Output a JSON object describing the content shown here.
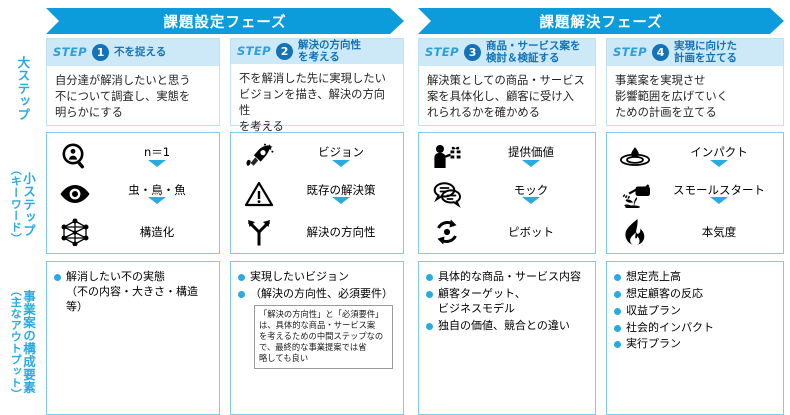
{
  "colors": {
    "banner": "#0C9BDB",
    "step_head": "#CDE9F7",
    "accent": "#29ABE2",
    "step_num": "#1273B8",
    "panel_border": "#7FCBEC"
  },
  "row_labels": [
    {
      "name": "big-step",
      "main": "大ステップ",
      "sub": ""
    },
    {
      "name": "small-step",
      "main": "小ステップ",
      "sub": "（キーワード）"
    },
    {
      "name": "output",
      "main": "事業案の構成要素",
      "sub": "（主なアウトプット）"
    }
  ],
  "phases": [
    {
      "title": "課題設定フェーズ",
      "steps": [
        {
          "step_word": "STEP",
          "number": "1",
          "title": "不を捉える",
          "body": "自分達が解消したいと思う\n不について調査し、実態を\n明らかにする",
          "keywords": [
            {
              "icon": "magnifier-person-icon",
              "label": "n＝1"
            },
            {
              "icon": "eye-icon",
              "label": "虫・鳥・魚"
            },
            {
              "icon": "network-structure-icon",
              "label": "構造化"
            }
          ],
          "outputs": [
            {
              "text": "解消したい不の実態\n（不の内容・大きさ・構造 等）"
            }
          ],
          "note": ""
        },
        {
          "step_word": "STEP",
          "number": "2",
          "title": "解決の方向性\nを考える",
          "body": "不を解消した先に実現したい\nビジョンを描き、解決の方向性\nを考える",
          "keywords": [
            {
              "icon": "rocket-icon",
              "label": "ビジョン"
            },
            {
              "icon": "warning-triangle-icon",
              "label": "既存の解決策"
            },
            {
              "icon": "fork-arrow-icon",
              "label": "解決の方向性"
            }
          ],
          "outputs": [
            {
              "text": "実現したいビジョン"
            },
            {
              "text": "（解決の方向性、必須要件）"
            }
          ],
          "note": "「解決の方向性」と「必須要件」\nは、具体的な商品・サービス案\nを考えるための中間ステップなの\nで、最終的な事業提案では省\n略しても良い"
        }
      ]
    },
    {
      "title": "課題解決フェーズ",
      "steps": [
        {
          "step_word": "STEP",
          "number": "3",
          "title": "商品・サービス案を\n検討＆検証する",
          "body": "解決策としての商品・サービス\n案を具体化し、顧客に受け入\nれられるかを確かめる",
          "keywords": [
            {
              "icon": "person-gift-icon",
              "label": "提供価値"
            },
            {
              "icon": "speech-bubbles-icon",
              "label": "モック"
            },
            {
              "icon": "pivot-arrow-icon",
              "label": "ピボット"
            }
          ],
          "outputs": [
            {
              "text": "具体的な商品・サービス内容"
            },
            {
              "text": "顧客ターゲット、\nビジネスモデル"
            },
            {
              "text": "独自の価値、競合との違い"
            }
          ],
          "note": ""
        },
        {
          "step_word": "STEP",
          "number": "4",
          "title": "実現に向けた\n計画を立てる",
          "body": "事業案を実現させ\n影響範囲を広げていく\nための計画を立てる",
          "keywords": [
            {
              "icon": "water-ripple-icon",
              "label": "インパクト"
            },
            {
              "icon": "watering-can-sprout-icon",
              "label": "スモールスタート"
            },
            {
              "icon": "flame-icon",
              "label": "本気度"
            }
          ],
          "outputs": [
            {
              "text": "想定売上高"
            },
            {
              "text": "想定顧客の反応"
            },
            {
              "text": "収益プラン"
            },
            {
              "text": "社会的インパクト"
            },
            {
              "text": "実行プラン"
            }
          ],
          "note": ""
        }
      ]
    }
  ]
}
